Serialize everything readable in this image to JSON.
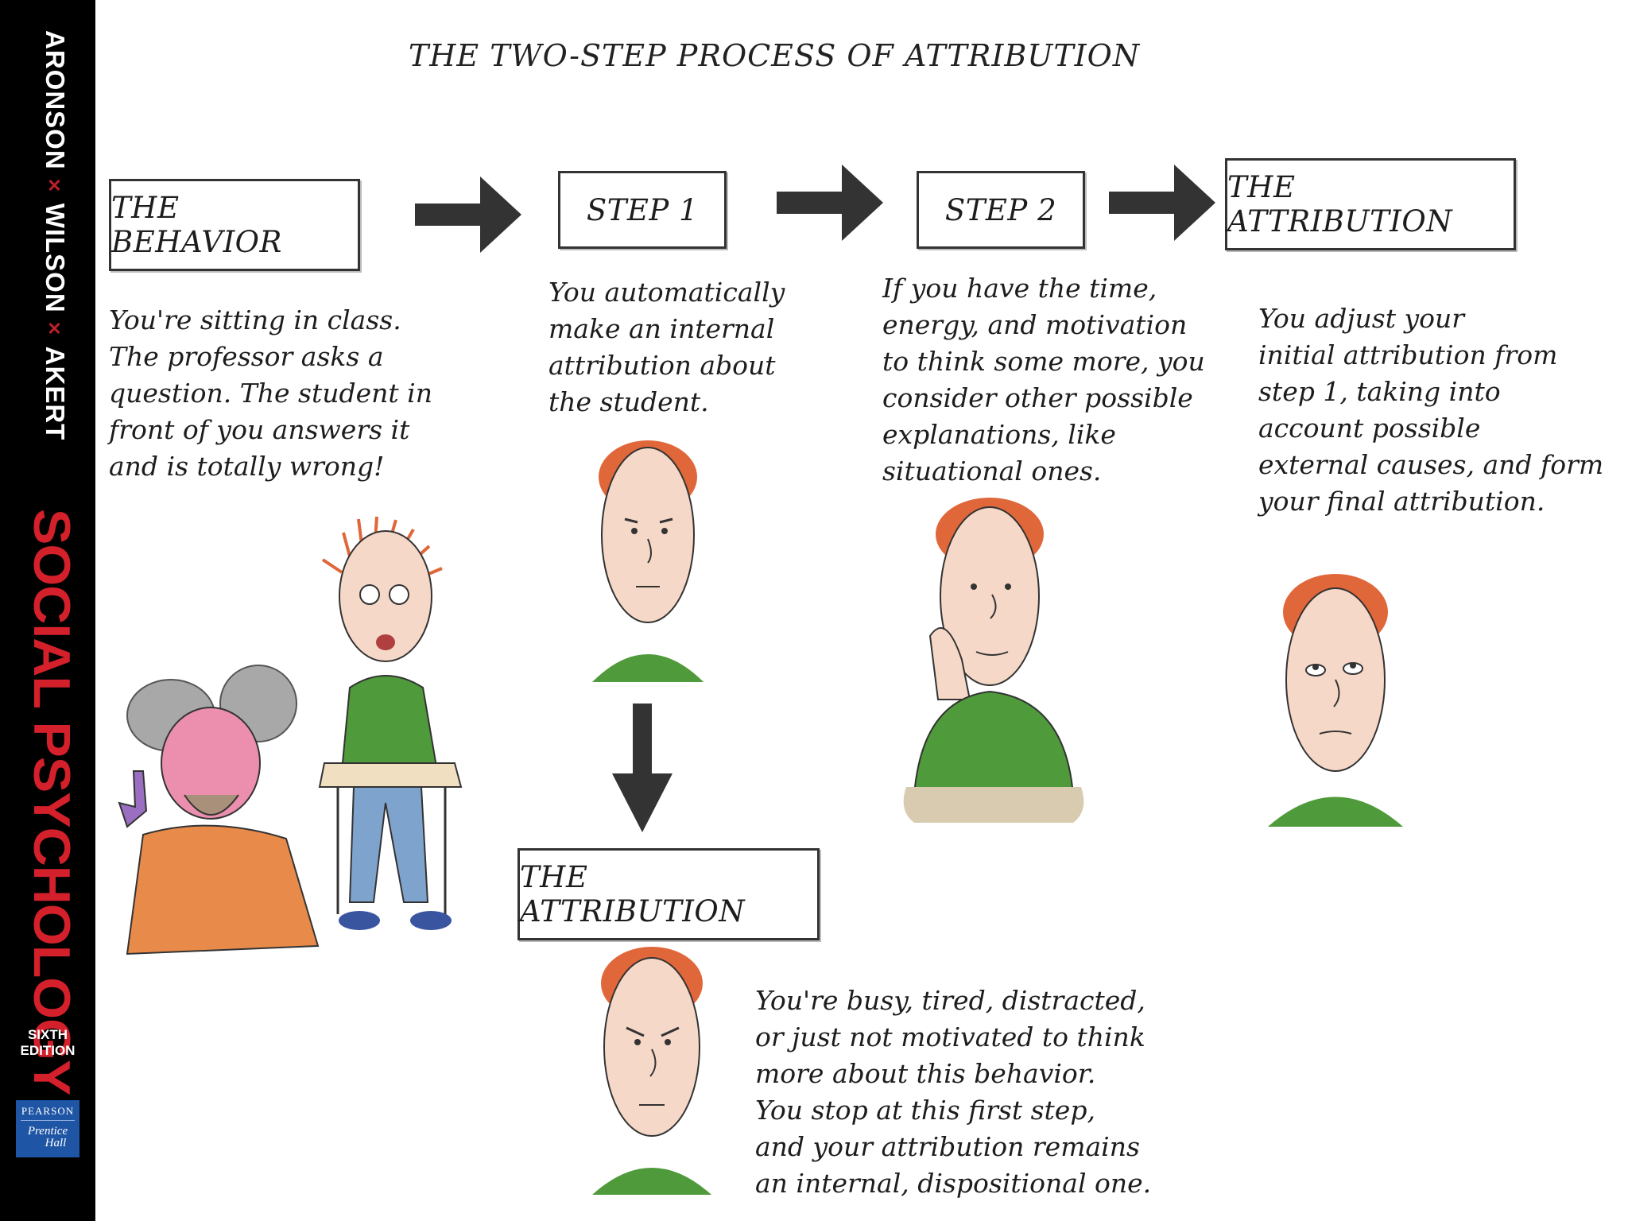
{
  "spine": {
    "author_1": "ARONSON",
    "author_2": "WILSON",
    "author_3": "AKERT",
    "book_title": "SOCIAL PSYCHOLOGY",
    "edition_line_1": "SIXTH",
    "edition_line_2": "EDITION",
    "publisher": "PEARSON",
    "imprint_line_1": "Prentice",
    "imprint_line_2": "Hall",
    "title_color": "#d4202a",
    "logo_color": "#1f55a5"
  },
  "diagram": {
    "title": "THE TWO-STEP PROCESS OF ATTRIBUTION",
    "boxes": {
      "behavior": "THE BEHAVIOR",
      "step1": "STEP 1",
      "step2": "STEP 2",
      "attribution_final": "THE ATTRIBUTION",
      "attribution_step1": "THE ATTRIBUTION"
    },
    "descriptions": {
      "behavior": "You're sitting in class.\nThe professor asks a\nquestion. The student in\nfront of you answers it\nand is totally wrong!",
      "step1": "You automatically\nmake an internal\nattribution about\nthe student.",
      "step2": "If you have the time,\nenergy, and motivation\nto think some more, you\nconsider other possible\nexplanations, like\nsituational ones.",
      "attribution_final": "You adjust your\ninitial attribution from\nstep 1, taking into\naccount possible\nexternal causes, and form\nyour final attribution.",
      "attribution_step1": "You're busy, tired, distracted,\nor just not motivated to think\nmore about this behavior.\nYou stop at this first step,\nand your attribution remains\nan internal, dispositional one."
    },
    "colors": {
      "arrow": "#333333",
      "hair": "#e0673a",
      "skin": "#f6cfc2",
      "shirt": "#4f9a3a",
      "jeans": "#7ea3cc"
    }
  }
}
